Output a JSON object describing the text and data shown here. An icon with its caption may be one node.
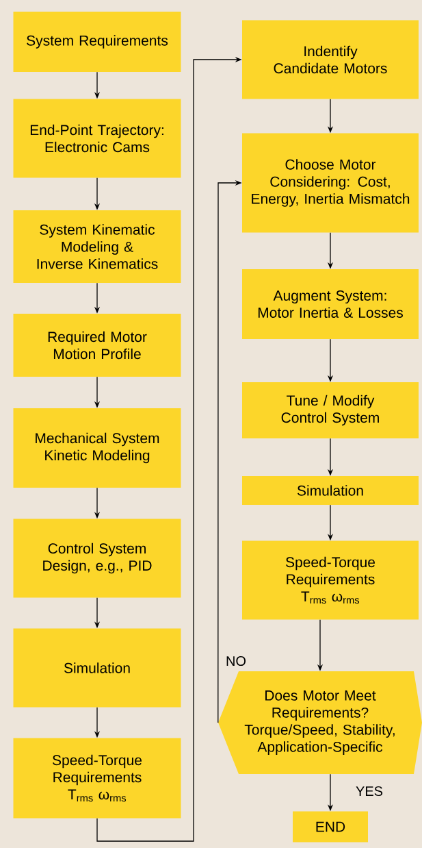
{
  "diagram": {
    "nodes": [
      {
        "text": [
          "System Requirements"
        ]
      },
      {
        "text": [
          "End-Point Trajectory: Electronic Cams"
        ]
      },
      {
        "text": [
          "System Kinematic Modeling & Inverse Kinematics"
        ]
      },
      {
        "text": [
          "Required Motor Motion Profile"
        ]
      },
      {
        "text": [
          "Mechanical System Kinetic Modeling"
        ]
      },
      {
        "text": [
          "Control System Design, e.g., PID"
        ]
      },
      {
        "text": [
          "Simulation"
        ]
      },
      {
        "text": [
          "Speed-Torque Requirements",
          "T$_{rms}$ ω$_{rms}$"
        ]
      },
      {
        "text": [
          "Indentify Candidate Motors"
        ]
      },
      {
        "text": [
          "Choose Motor Considering: Cost, Energy, Inertia Mismatch"
        ]
      },
      {
        "text": [
          "Augment System: Motor Inertia & Losses"
        ]
      },
      {
        "text": [
          "Tune / Modify Control System"
        ]
      },
      {
        "text": [
          "Simulation"
        ]
      },
      {
        "text": [
          "Speed-Torque Requirements",
          "T$_{rms}$ ω$_{rms}$"
        ]
      },
      {
        "text": [
          "Does Motor Meet Requirements?",
          "Torque/Speed, Stability, Application-Specific"
        ]
      },
      {
        "text": [
          "END"
        ]
      }
    ],
    "edges": [
      {
        "from": 0,
        "to": 1,
        "arrow": "to"
      },
      {
        "from": 1,
        "to": 2,
        "arrow": "to"
      },
      {
        "from": 2,
        "to": 3,
        "arrow": "to"
      },
      {
        "from": 3,
        "to": 4,
        "arrow": "to"
      },
      {
        "from": 4,
        "to": 5,
        "arrow": "to"
      },
      {
        "from": 5,
        "to": 6,
        "arrow": "to"
      },
      {
        "from": 6,
        "to": 7,
        "arrow": "to"
      },
      {
        "from": 7,
        "to": 8,
        "arrow": "to"
      },
      {
        "from": 8,
        "to": 9,
        "arrow": "to"
      },
      {
        "from": 9,
        "to": 10,
        "arrow": "to"
      },
      {
        "from": 10,
        "to": 11,
        "arrow": "to"
      },
      {
        "from": 11,
        "to": 12,
        "arrow": "to"
      },
      {
        "from": 12,
        "to": 13,
        "arrow": "to"
      },
      {
        "from": 13,
        "to": 14,
        "arrow": "to"
      },
      {
        "from": 14,
        "to": 9,
        "arrow": "to",
        "label": "NO"
      },
      {
        "from": 14,
        "to": 15,
        "arrow": "to",
        "label": "YES"
      }
    ]
  }
}
